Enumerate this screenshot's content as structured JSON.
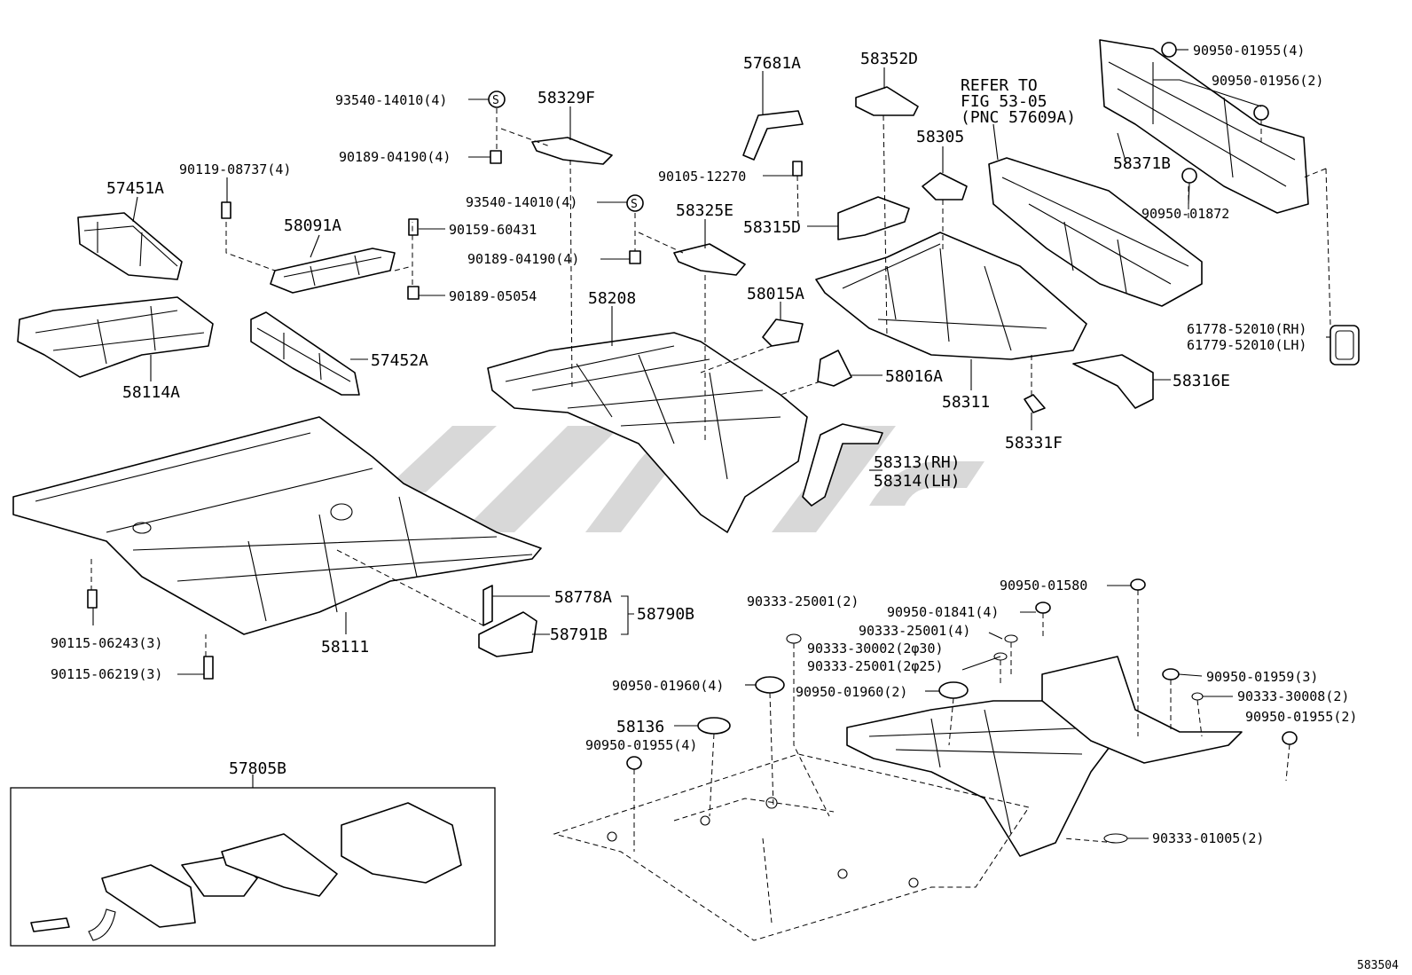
{
  "diagram_id": "583504",
  "refer_note": [
    "REFER TO",
    "FIG 53-05",
    "(PNC 57609A)"
  ],
  "labels": {
    "p57681A": "57681A",
    "p58352D": "58352D",
    "p93540_14010_a": "93540-14010(4)",
    "p58329F": "58329F",
    "p90189_04190_a": "90189-04190(4)",
    "p90119_08737": "90119-08737(4)",
    "p57451A": "57451A",
    "p58091A": "58091A",
    "p90159_60431": "90159-60431",
    "p90189_05054": "90189-05054",
    "p58114A": "58114A",
    "p57452A": "57452A",
    "p90105_12270": "90105-12270",
    "p93540_14010_b": "93540-14010(4)",
    "p58325E": "58325E",
    "p90189_04190_b": "90189-04190(4)",
    "p58208": "58208",
    "p58015A": "58015A",
    "p58305": "58305",
    "p58315D": "58315D",
    "p58016A": "58016A",
    "p58311": "58311",
    "p58331F": "58331F",
    "p58313": "58313(RH)",
    "p58314": "58314(LH)",
    "p90950_01955_4a": "90950-01955(4)",
    "p90950_01956": "90950-01956(2)",
    "p58371B": "58371B",
    "p90950_01872": "90950-01872",
    "p61778": "61778-52010(RH)",
    "p61779": "61779-52010(LH)",
    "p58316E": "58316E",
    "p90115_06243": "90115-06243(3)",
    "p90115_06219": "90115-06219(3)",
    "p58111": "58111",
    "p58778A": "58778A",
    "p58790B": "58790B",
    "p58791B": "58791B",
    "p90333_25001_a": "90333-25001(2)",
    "p90950_01841": "90950-01841(4)",
    "p90333_25001_b": "90333-25001(4)",
    "p90333_30002": "90333-30002(2φ30)",
    "p90333_25001_c": "90333-25001(2φ25)",
    "p90950_01580": "90950-01580",
    "p90950_01960_a": "90950-01960(4)",
    "p90950_01960_b": "90950-01960(2)",
    "p58136": "58136",
    "p90950_01955_4b": "90950-01955(4)",
    "p90950_01959": "90950-01959(3)",
    "p90333_30008": "90333-30008(2)",
    "p90950_01955_2": "90950-01955(2)",
    "p90333_01005": "90333-01005(2)",
    "p57805B": "57805B"
  }
}
